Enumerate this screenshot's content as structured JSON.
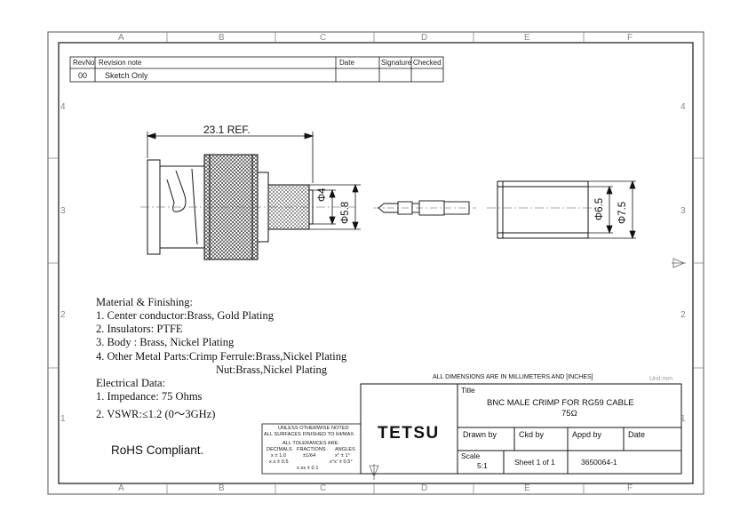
{
  "grid": {
    "columns": [
      "A",
      "B",
      "C",
      "D",
      "E",
      "F"
    ],
    "rows": [
      "4",
      "3",
      "2",
      "1"
    ]
  },
  "revision_table": {
    "headers": {
      "rev": "RevNo",
      "note": "Revision note",
      "date": "Date",
      "signature": "Signature",
      "checked": "Checked"
    },
    "row": {
      "rev": "00",
      "note": "Sketch Only"
    }
  },
  "dimensions": {
    "length": "23.1 REF.",
    "phi4": "Φ4",
    "phi58": "Φ5.8",
    "phi65": "Φ6.5",
    "phi75": "Φ7.5"
  },
  "notes": {
    "material_title": "Material & Finishing:",
    "material_items": [
      "1. Center conductor:Brass, Gold Plating",
      "2. Insulators: PTFE",
      "3. Body : Brass, Nickel Plating",
      "4. Other Metal Parts:Crimp Ferrule:Brass,Nickel Plating",
      "Nut:Brass,Nickel Plating"
    ],
    "electrical_title": "Electrical Data:",
    "electrical_items": [
      "1. Impedance: 75 Ohms",
      "2. VSWR:≤1.2 (0～3GHz)"
    ],
    "rohs": "RoHS Compliant."
  },
  "title_block": {
    "all_dims": "ALL DIMENSIONS ARE IN MILLIMETERS AND [INCHES]",
    "unit": "Unit:mm",
    "title_label": "Title",
    "title_line1": "BNC MALE CRIMP FOR RG59 CABLE",
    "title_line2": "75Ω",
    "company": "TETSU",
    "drawn_by": "Drawn by",
    "ckd_by": "Ckd by",
    "appd_by": "Appd by",
    "date": "Date",
    "scale_label": "Scale",
    "scale_value": "5:1",
    "sheet": "Sheet 1 of 1",
    "part_no": "3650064-1"
  },
  "tolerances": {
    "line1": "UNLESS OTHERWISE NOTED",
    "line2": "ALL SURFACES FINISHED TO 64/MAX.",
    "line3": "ALL TOLERANCES ARE:",
    "decimals": "DECIMALS",
    "fractions": "FRACTIONS",
    "angles": "ANGLES",
    "d1": "x ± 1.0",
    "d2": "x.x ± 0.5",
    "d3": "x.xx ± 0.1",
    "f1": "±1/64",
    "a1": "x° ± 1°",
    "a2": "x°x' ± 0.5°"
  }
}
